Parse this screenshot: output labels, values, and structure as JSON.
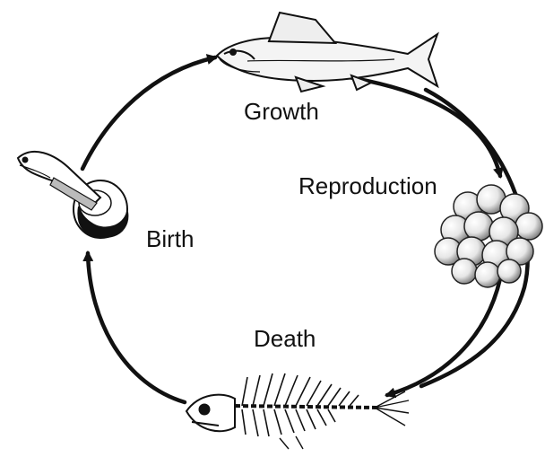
{
  "stages": {
    "growth": "Growth",
    "reproduction": "Reproduction",
    "birth": "Birth",
    "death": "Death"
  },
  "icons": {
    "growth": "adult-fish-icon",
    "reproduction": "fish-eggs-icon",
    "birth": "hatching-larva-icon",
    "death": "fish-skeleton-icon"
  },
  "colors": {
    "stroke": "#111111",
    "background": "#ffffff"
  }
}
